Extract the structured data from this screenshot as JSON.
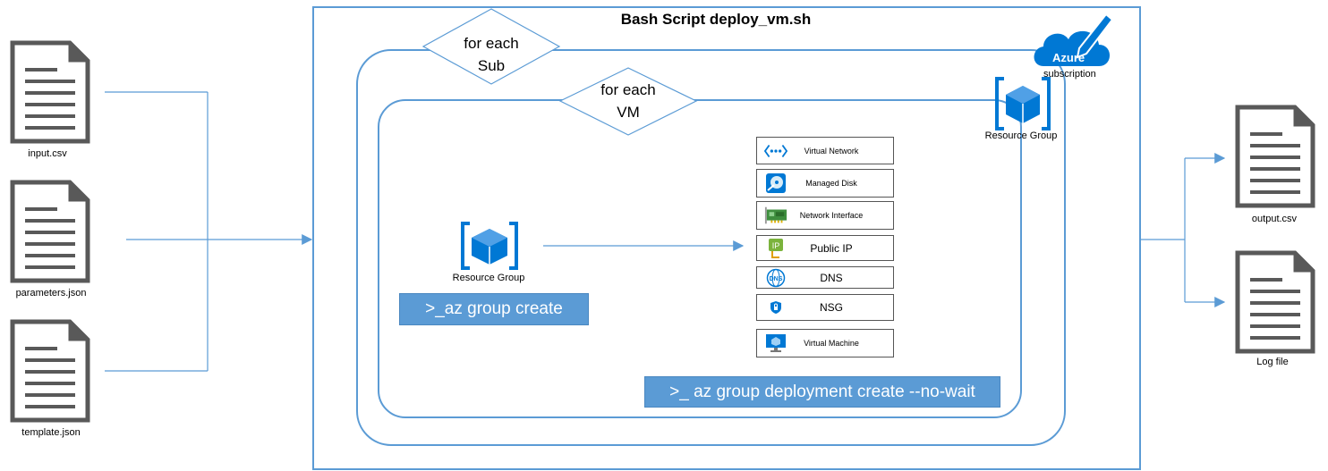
{
  "title": "Bash Script deploy_vm.sh",
  "inputs": [
    {
      "label": "input.csv",
      "icon": "document-icon"
    },
    {
      "label": "parameters.json",
      "icon": "document-icon"
    },
    {
      "label": "template.json",
      "icon": "document-icon"
    }
  ],
  "outputs": [
    {
      "label": "output.csv",
      "icon": "document-icon"
    },
    {
      "label": "Log file",
      "icon": "document-icon"
    }
  ],
  "loops": {
    "sub": {
      "line1": "for each",
      "line2": "Sub"
    },
    "vm": {
      "line1": "for each",
      "line2": "VM"
    }
  },
  "azure": {
    "badge": "Azure",
    "label": "subscription"
  },
  "resource_group_label": "Resource Group",
  "commands": {
    "group_create": ">_az group create",
    "deployment_create": ">_ az group deployment create --no-wait"
  },
  "resources": [
    {
      "label": "Virtual Network",
      "icon": "virtual-network-icon"
    },
    {
      "label": "Managed Disk",
      "icon": "managed-disk-icon"
    },
    {
      "label": "Network Interface",
      "icon": "network-interface-icon"
    },
    {
      "label": "Public IP",
      "icon": "public-ip-icon"
    },
    {
      "label": "DNS",
      "icon": "dns-icon"
    },
    {
      "label": "NSG",
      "icon": "nsg-icon"
    },
    {
      "label": "Virtual Machine",
      "icon": "virtual-machine-icon"
    }
  ],
  "colors": {
    "line": "#5b9bd5",
    "accent": "#0078d4",
    "doc": "#595959"
  }
}
